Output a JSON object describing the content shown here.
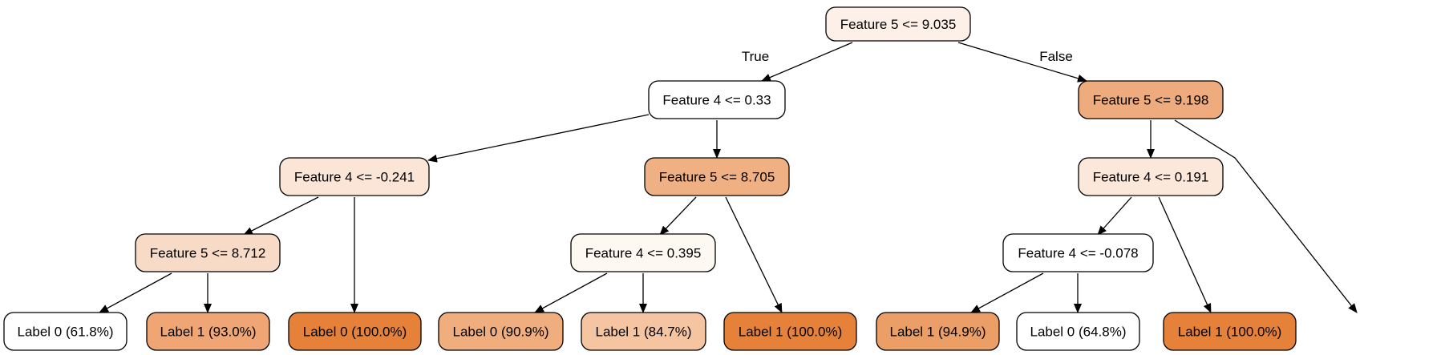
{
  "tree": {
    "nodes": [
      {
        "id": "n0",
        "label": "Feature 5 <= 9.035",
        "fill": "#fcf0e8"
      },
      {
        "id": "n1",
        "label": "Feature 4 <= 0.33",
        "fill": "#ffffff"
      },
      {
        "id": "n2",
        "label": "Feature 5 <= 9.198",
        "fill": "#eeab7d"
      },
      {
        "id": "n3",
        "label": "Feature 4 <= -0.241",
        "fill": "#fbe5d7"
      },
      {
        "id": "n4",
        "label": "Feature 5 <= 8.705",
        "fill": "#efb084"
      },
      {
        "id": "n5",
        "label": "Feature 4 <= 0.191",
        "fill": "#fce8da"
      },
      {
        "id": "n6",
        "label": "Feature 5 <= 8.712",
        "fill": "#f8dbc6"
      },
      {
        "id": "n7",
        "label": "Label 0 (100.0%)",
        "fill": "#e58139"
      },
      {
        "id": "n8",
        "label": "Feature 4 <= 0.395",
        "fill": "#fef8f3"
      },
      {
        "id": "n9",
        "label": "Label 1 (100.0%)",
        "fill": "#e58139"
      },
      {
        "id": "n10",
        "label": "Feature 4 <= -0.078",
        "fill": "#ffffff"
      },
      {
        "id": "n11",
        "label": "Label 1 (100.0%)",
        "fill": "#e58139"
      },
      {
        "id": "n12",
        "label": "Label 0 (61.8%)",
        "fill": "#ffffff"
      },
      {
        "id": "n13",
        "label": "Label 1 (93.0%)",
        "fill": "#efa674"
      },
      {
        "id": "n14",
        "label": "Label 0 (90.9%)",
        "fill": "#f0ae7f"
      },
      {
        "id": "n15",
        "label": "Label 1 (84.7%)",
        "fill": "#f5c4a0"
      },
      {
        "id": "n16",
        "label": "Label 1 (94.9%)",
        "fill": "#eb9e66"
      },
      {
        "id": "n17",
        "label": "Label 0 (64.8%)",
        "fill": "#ffffff"
      }
    ],
    "edges": [
      {
        "from": "n0",
        "to": "n1",
        "label": "True"
      },
      {
        "from": "n0",
        "to": "n2",
        "label": "False"
      },
      {
        "from": "n1",
        "to": "n3",
        "label": ""
      },
      {
        "from": "n1",
        "to": "n4",
        "label": ""
      },
      {
        "from": "n2",
        "to": "n5",
        "label": ""
      },
      {
        "from": "n2",
        "to": "n11",
        "label": ""
      },
      {
        "from": "n3",
        "to": "n6",
        "label": ""
      },
      {
        "from": "n3",
        "to": "n7",
        "label": ""
      },
      {
        "from": "n4",
        "to": "n8",
        "label": ""
      },
      {
        "from": "n4",
        "to": "n9",
        "label": ""
      },
      {
        "from": "n5",
        "to": "n10",
        "label": ""
      },
      {
        "from": "n5",
        "to": "n16",
        "label": ""
      },
      {
        "from": "n6",
        "to": "n12",
        "label": ""
      },
      {
        "from": "n6",
        "to": "n13",
        "label": ""
      },
      {
        "from": "n8",
        "to": "n14",
        "label": ""
      },
      {
        "from": "n8",
        "to": "n15",
        "label": ""
      },
      {
        "from": "n10",
        "to": "n17",
        "label": ""
      },
      {
        "from": "n10",
        "to": "n9b",
        "label": ""
      }
    ]
  }
}
